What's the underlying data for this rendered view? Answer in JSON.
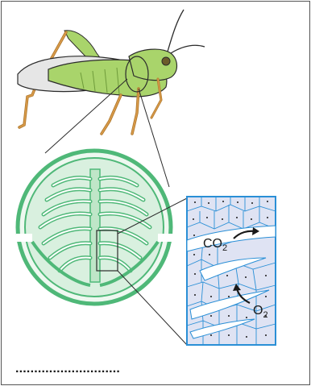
{
  "labels": {
    "co2_main": "CO",
    "co2_sub": "2",
    "o2_main": "O",
    "o2_sub": "2"
  },
  "answer_blank": "............................",
  "colors": {
    "leaf_green": "#a9d46b",
    "dark_outline": "#2b2b2b",
    "gill_green": "#4fb878",
    "gill_fill": "#d9f0df",
    "cell_blue": "#2a8fd6",
    "cell_fill": "#dfe3f3"
  },
  "icons": {
    "insect": "grasshopper-illustration",
    "section": "gill-cross-section",
    "tissue": "cell-tissue-magnified"
  }
}
